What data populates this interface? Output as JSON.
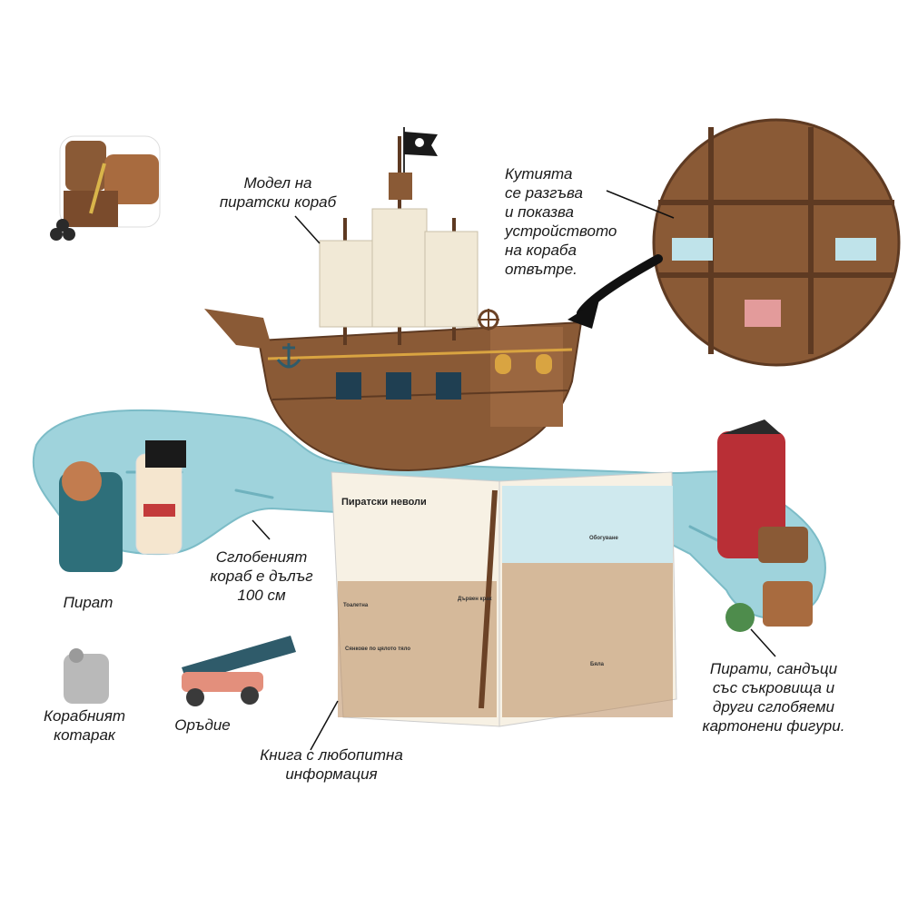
{
  "captions": {
    "ship_model": [
      "Модел на",
      "пиратски кораб"
    ],
    "box_unfolds": [
      "Кутията",
      "се разгъва",
      "и показва",
      "устройството",
      "на кораба",
      "отвътре."
    ],
    "ship_length": [
      "Сглобеният",
      "кораб е дълъг",
      "100 см"
    ],
    "pirate": [
      "Пират"
    ],
    "ship_cat": [
      "Корабният",
      "котарак"
    ],
    "cannon": [
      "Оръдие"
    ],
    "book": [
      "Книга с любопитна",
      "информация"
    ],
    "figures": [
      "Пирати, сандъци",
      "със съкровища и",
      "други сглобяеми",
      "картонени фигури."
    ]
  },
  "book": {
    "title": "Пиратски неволи",
    "sections": [
      "Тоалетна",
      "Сянкове по цялото тяло",
      "Дървен крак",
      "Обогуване",
      "Бяла"
    ]
  },
  "colors": {
    "sea": "#9fd3dc",
    "sea_dark": "#6fb2be",
    "hull": "#8a5a36",
    "hull_dark": "#5e3a22",
    "sail": "#f1e9d6",
    "text": "#1a1a1a"
  },
  "icons": [
    "jolly-roger-flag-icon",
    "ship-wheel-icon",
    "anchor-icon"
  ]
}
